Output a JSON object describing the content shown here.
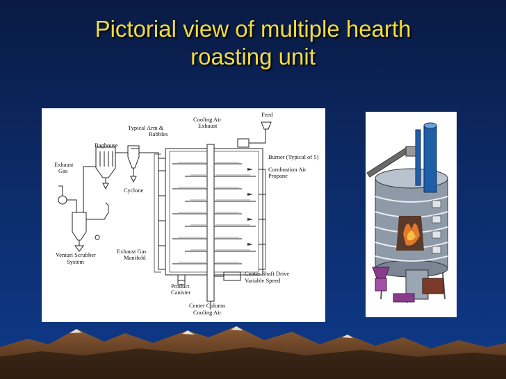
{
  "slide": {
    "title_line1": "Pictorial view of multiple hearth",
    "title_line2": "roasting unit"
  },
  "diagram": {
    "labels": {
      "feed": "Feed",
      "cooling_air_exhaust_1": "Cooling Air",
      "cooling_air_exhaust_2": "Exhaust",
      "typical_arm_1": "Typical Arm &",
      "typical_arm_2": "Rabbles",
      "baghouse": "Baghouse",
      "exhaust_gas_1": "Exhaust",
      "exhaust_gas_2": "Gas",
      "cyclone": "Cyclone",
      "burner": "Burner (Typical of 5)",
      "combustion_air": "Combustion Air",
      "propane": "Propane",
      "venturi_1": "Venturi Scrubber",
      "venturi_2": "System",
      "exhaust_manifold_1": "Exhaust Gas",
      "exhaust_manifold_2": "Manifold",
      "shaft_drive_1": "Center Shaft Drive",
      "shaft_drive_2": "Variable Speed",
      "product_1": "Product",
      "product_2": "Canister",
      "center_column_1": "Center Column",
      "center_column_2": "Cooling Air"
    }
  },
  "colors": {
    "title": "#f2dc3a",
    "tank_gray": "#8f9aa8",
    "pipe_blue": "#1f5fa8",
    "flame_orange": "#e07a2a",
    "machine_purple": "#8a3c8c",
    "motor_brown": "#7a3a2a"
  }
}
